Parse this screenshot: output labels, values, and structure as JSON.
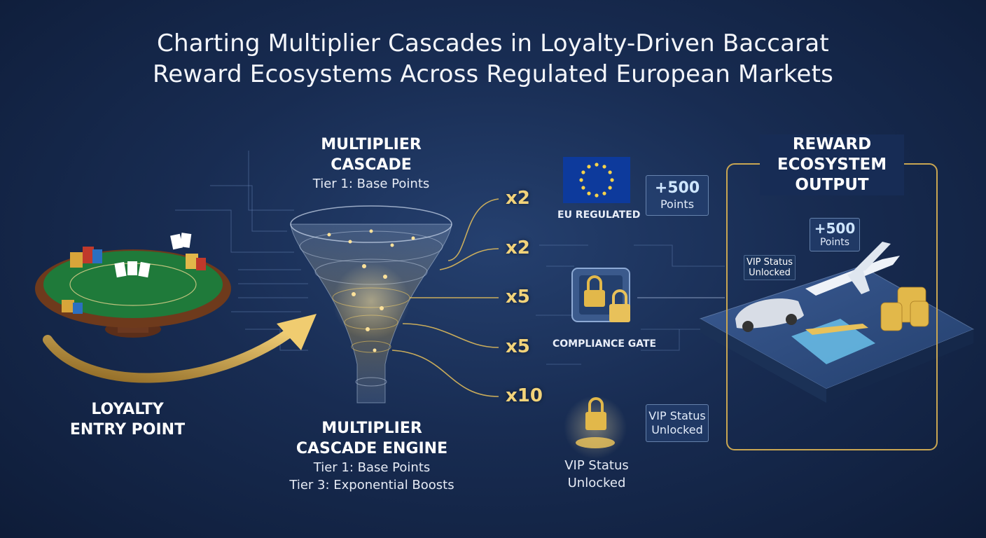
{
  "title": {
    "line1": "Charting Multiplier Cascades in Loyalty-Driven Baccarat",
    "line2": "Reward Ecosystems Across Regulated European Markets"
  },
  "entry": {
    "line1": "LOYALTY",
    "line2": "ENTRY POINT"
  },
  "cascade_top": {
    "line1": "MULTIPLIER",
    "line2": "CASCADE",
    "sub": "Tier 1: Base Points"
  },
  "cascade_bottom": {
    "line1": "MULTIPLIER",
    "line2": "CASCADE ENGINE",
    "sub1": "Tier 1: Base Points",
    "sub2": "Tier 3: Exponential Boosts"
  },
  "multipliers": [
    "x2",
    "x2",
    "x5",
    "x5",
    "x10"
  ],
  "eu": {
    "label": "EU REGULATED"
  },
  "points_badge": {
    "value": "+500",
    "unit": "Points"
  },
  "compliance": {
    "label": "COMPLIANCE GATE"
  },
  "vip_badge": {
    "line1": "VIP Status",
    "line2": "Unlocked"
  },
  "vip_lock": {
    "line1": "VIP Status",
    "line2": "Unlocked"
  },
  "output": {
    "line1": "REWARD",
    "line2": "ECOSYSTEM",
    "line3": "OUTPUT",
    "points_value": "+500",
    "points_unit": "Points",
    "vip_line1": "VIP Status",
    "vip_line2": "Unlocked"
  },
  "colors": {
    "gold": "#e8c15a",
    "background": "#182c52",
    "table_felt": "#1f7a3a",
    "eu_blue": "#0d3a9c"
  }
}
